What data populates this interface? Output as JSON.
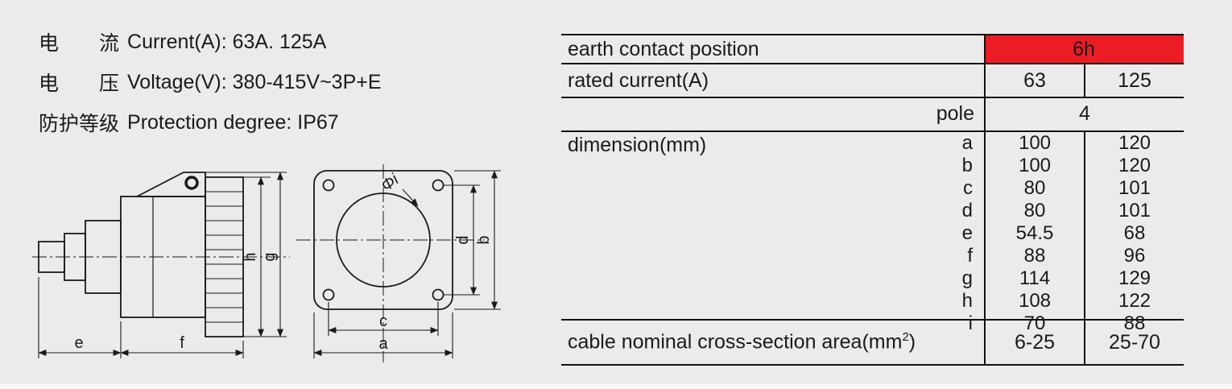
{
  "page": {
    "bg": "#ebebeb",
    "accent_red": "#ec1c24"
  },
  "specs": [
    {
      "zh": "电　　流",
      "en": "Current(A): 63A. 125A"
    },
    {
      "zh": "电　　压",
      "en": "Voltage(V): 380-415V~3P+E"
    },
    {
      "zh": "防护等级",
      "en": "Protection degree: IP67"
    }
  ],
  "table": {
    "earth": {
      "label": "earth contact position",
      "value": "6h"
    },
    "rated": {
      "label": "rated current(A)",
      "c63": "63",
      "c125": "125"
    },
    "pole": {
      "label": "pole",
      "value": "4"
    },
    "dimension": {
      "label": "dimension(mm)",
      "entries": [
        {
          "key": "a",
          "c63": "100",
          "c125": "120"
        },
        {
          "key": "b",
          "c63": "100",
          "c125": "120"
        },
        {
          "key": "c",
          "c63": "80",
          "c125": "101"
        },
        {
          "key": "d",
          "c63": "80",
          "c125": "101"
        },
        {
          "key": "e",
          "c63": "54.5",
          "c125": "68"
        },
        {
          "key": "f",
          "c63": "88",
          "c125": "96"
        },
        {
          "key": "g",
          "c63": "114",
          "c125": "129"
        },
        {
          "key": "h",
          "c63": "108",
          "c125": "122"
        },
        {
          "key": "i",
          "c63": "70",
          "c125": "88"
        }
      ]
    },
    "cable": {
      "label_pre": "cable nominal cross-section area(mm",
      "label_sup": "2",
      "label_post": ")",
      "c63": "6-25",
      "c125": "25-70"
    }
  },
  "drawing": {
    "side": {
      "e": "e",
      "f": "f",
      "g": "g",
      "h": "h"
    },
    "front": {
      "phi": "Φi",
      "a": "a",
      "b": "b",
      "c": "c",
      "d": "d"
    }
  }
}
